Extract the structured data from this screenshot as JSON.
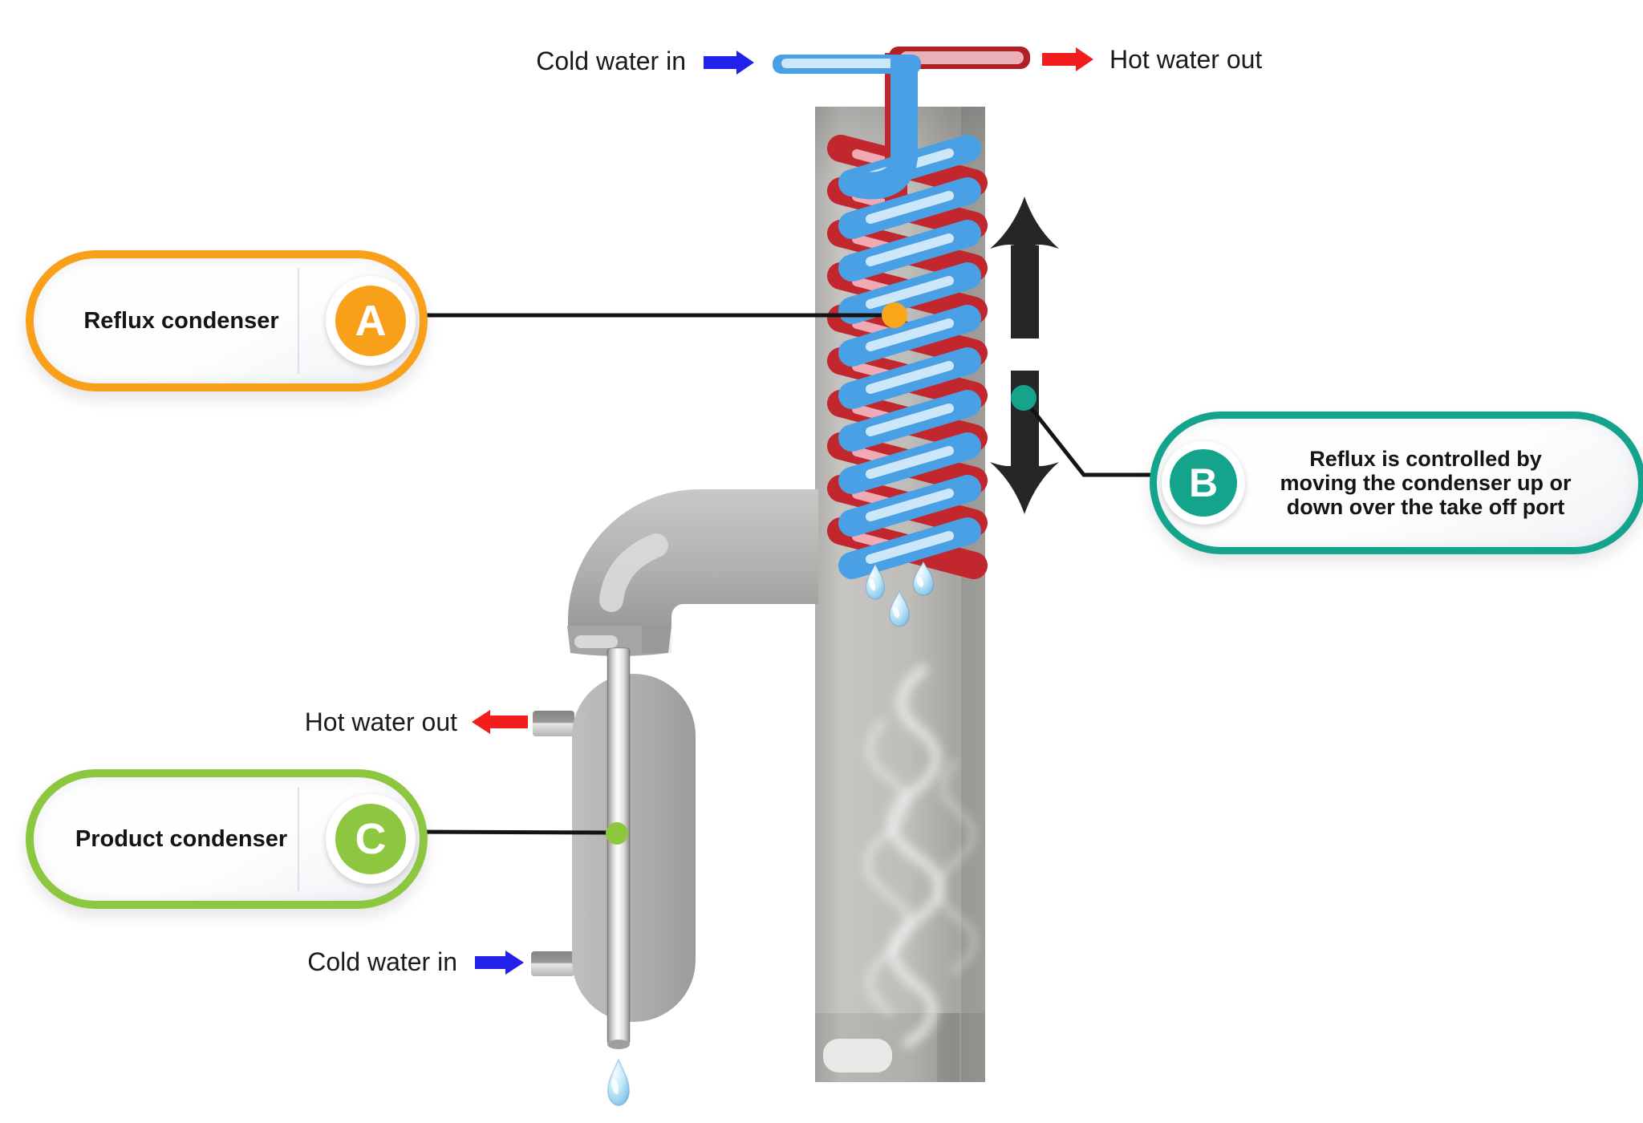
{
  "flows": {
    "top_cold_in": "Cold water in",
    "top_hot_out": "Hot water out",
    "mid_hot_out": "Hot water out",
    "bottom_cold_in": "Cold water in"
  },
  "labels": {
    "reflux": {
      "letter": "A",
      "text": "Reflux condenser"
    },
    "control": {
      "letter": "B",
      "lines": [
        "Reflux is controlled by",
        "moving the condenser up or",
        "down over the take off port"
      ]
    },
    "product": {
      "letter": "C",
      "text": "Product condenser"
    }
  },
  "colors": {
    "accent_orange": "#F9A01B",
    "accent_teal": "#14A38B",
    "accent_green": "#8DC63F",
    "pipe_blue": "#4AA0E4",
    "pipe_blue_highlight": "#CDE7FA",
    "pipe_red": "#C1272D",
    "pipe_red_highlight": "#F0AAB4",
    "arrow_blue": "#2121EA",
    "arrow_red": "#F41D1D",
    "arrow_black": "#262626",
    "column_gray": "#C0BEBA",
    "text": "#1A1A1A"
  }
}
